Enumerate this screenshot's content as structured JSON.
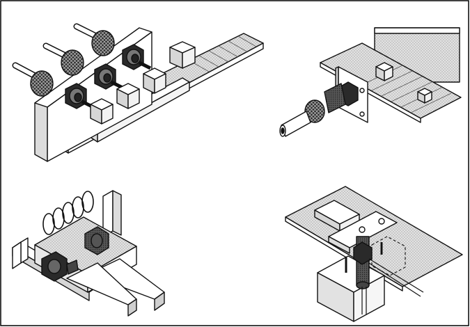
{
  "figure": {
    "panels": [
      {
        "id": "panel-1",
        "subject": "sensors-on-plate-beside-conveyor"
      },
      {
        "id": "panel-2",
        "subject": "single-sensor-through-bracket-at-conveyor"
      },
      {
        "id": "panel-3",
        "subject": "sensors-in-spring-gripper-jaws"
      },
      {
        "id": "panel-4",
        "subject": "sensor-in-bracket-under-plate"
      }
    ],
    "colors": {
      "frame": "#000000",
      "line": "#111111",
      "fill_light": "#ffffff",
      "fill_mid": "#d9d9d9",
      "fill_dark": "#3a3a3a",
      "hatch": "#9a9a9a"
    }
  }
}
